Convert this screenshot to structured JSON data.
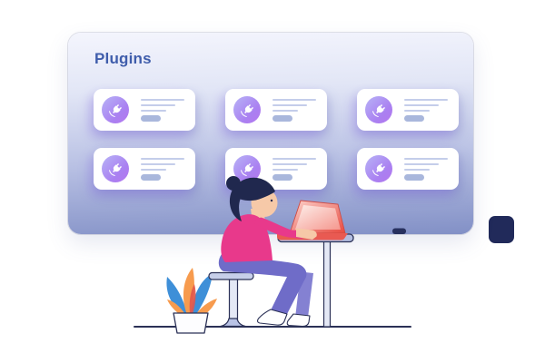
{
  "board": {
    "title": "Plugins",
    "title_color": "#3f5dab",
    "cards": [
      {
        "icon": "plug-icon"
      },
      {
        "icon": "plug-icon"
      },
      {
        "icon": "plug-icon"
      },
      {
        "icon": "plug-icon"
      },
      {
        "icon": "plug-icon"
      },
      {
        "icon": "plug-icon"
      }
    ]
  },
  "colors": {
    "panel_gradient_top": "#f4f5fd",
    "panel_gradient_bottom": "#8290c6",
    "card_background": "#ffffff",
    "icon_gradient_start": "#b6aff6",
    "icon_gradient_end": "#b478ee",
    "placeholder_line": "#c4cdea",
    "placeholder_pill": "#a9b7dc",
    "outline_navy": "#2b3156",
    "accent_square": "#212a5a",
    "shirt_pink": "#e8398b",
    "pants_purple": "#6f6cc8",
    "laptop_coral": "#ee5850",
    "skin": "#f6c9a8",
    "hair": "#20284e",
    "leaf_blue": "#3e8fd8",
    "leaf_orange": "#f79b4e"
  },
  "illustration": {
    "elements": [
      "woman-at-desk",
      "laptop",
      "desk",
      "stool",
      "potted-plant",
      "ground-line",
      "mouse"
    ]
  }
}
